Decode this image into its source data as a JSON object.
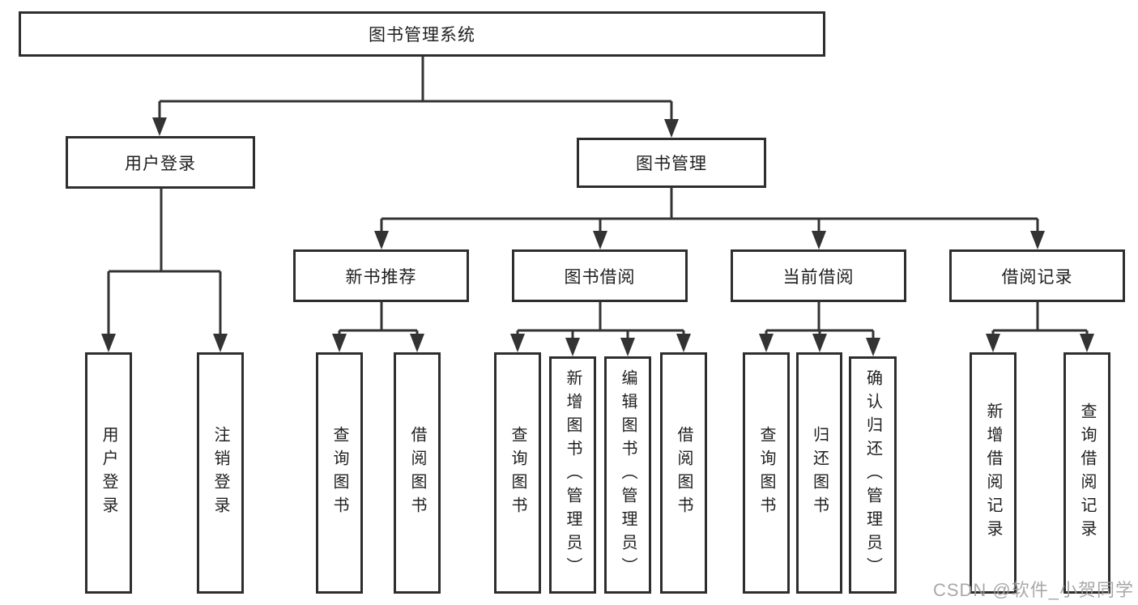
{
  "diagram_title": "图书管理系统",
  "watermark": "CSDN @软件_小贺同学",
  "colors": {
    "line": "#333333",
    "box_border": "#2e2e2e",
    "text": "#1f1f1f",
    "background": "#ffffff",
    "watermark": "#9e9e9e"
  },
  "tree": {
    "label": "图书管理系统",
    "children": [
      {
        "label": "用户登录",
        "children": [
          {
            "label": "用户登录"
          },
          {
            "label": "注销登录"
          }
        ]
      },
      {
        "label": "图书管理",
        "children": [
          {
            "label": "新书推荐",
            "children": [
              {
                "label": "查询图书"
              },
              {
                "label": "借阅图书"
              }
            ]
          },
          {
            "label": "图书借阅",
            "children": [
              {
                "label": "查询图书"
              },
              {
                "label": "新增图书（管理员）"
              },
              {
                "label": "编辑图书（管理员）"
              },
              {
                "label": "借阅图书"
              }
            ]
          },
          {
            "label": "当前借阅",
            "children": [
              {
                "label": "查询图书"
              },
              {
                "label": "归还图书"
              },
              {
                "label": "确认归还（管理员）"
              }
            ]
          },
          {
            "label": "借阅记录",
            "children": [
              {
                "label": "新增借阅记录"
              },
              {
                "label": "查询借阅记录"
              }
            ]
          }
        ]
      }
    ]
  }
}
